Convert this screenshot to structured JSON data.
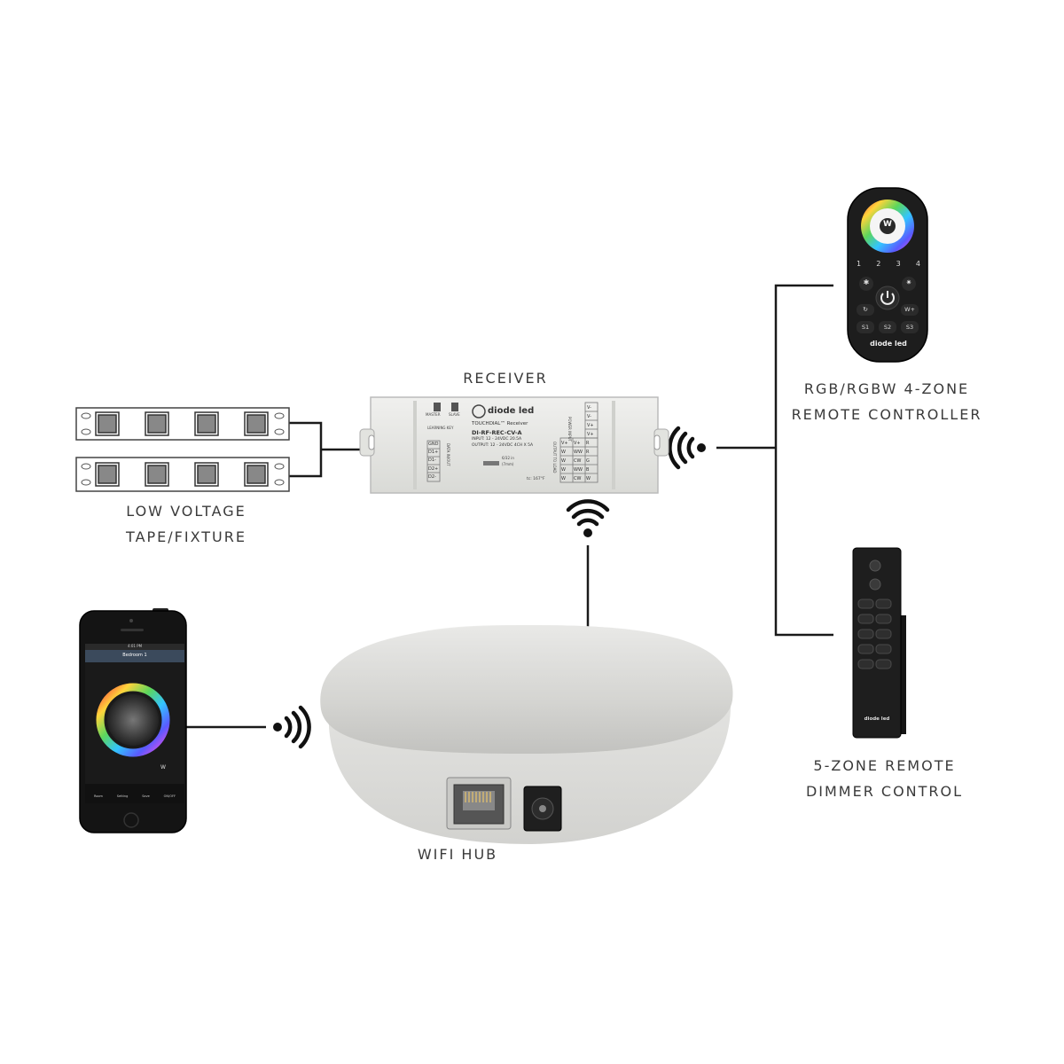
{
  "labels": {
    "receiver": "RECEIVER",
    "tape_line1": "LOW VOLTAGE",
    "tape_line2": "TAPE/FIXTURE",
    "remote4_line1": "RGB/RGBW 4-ZONE",
    "remote4_line2": "REMOTE CONTROLLER",
    "remote5_line1": "5-ZONE REMOTE",
    "remote5_line2": "DIMMER CONTROL",
    "hub": "WIFI HUB"
  },
  "receiver_device": {
    "brand": "diode led",
    "product": "TOUCHDIAL™ Receiver",
    "model": "DI-RF-REC-CV-A",
    "input": "INPUT: 12 - 24VDC  20.5A",
    "output": "OUTPUT: 12 - 24VDC  4CH X 5A",
    "master": "MASTER",
    "slave": "SLAVE",
    "learning_key": "LEARNING KEY",
    "power_input": "POWER INPUT",
    "output_to_load": "OUTPUT TO LOAD",
    "data_in_out": "DATA IN/OUT",
    "data_pins": [
      "GND",
      "D1+",
      "D1-",
      "D2+",
      "D2-"
    ],
    "power_pins": [
      "V-",
      "V-",
      "V+",
      "V+"
    ],
    "load_rows": [
      [
        "V+",
        "V+",
        "R"
      ],
      [
        "W",
        "WW",
        "R"
      ],
      [
        "W",
        "CW",
        "G"
      ],
      [
        "W",
        "WW",
        "B"
      ],
      [
        "W",
        "CW",
        "W"
      ]
    ],
    "wire_note1": "6/32 in",
    "wire_note2": "(7mm)",
    "temp": "tc: 167°F"
  },
  "remote4": {
    "center": "W",
    "zones": [
      "1",
      "2",
      "3",
      "4"
    ],
    "left_btn": "✱",
    "right_btn": "✷",
    "mode_btn": "↻",
    "w_btn": "W+",
    "scenes": [
      "S1",
      "S2",
      "S3"
    ],
    "brand": "diode led"
  },
  "remote5": {
    "brand": "diode led"
  },
  "phone": {
    "time": "4:01 PM",
    "title": "Bedroom 1",
    "tabs": [
      "Room",
      "Setting",
      "Save",
      "ON/OFF"
    ],
    "w_label": "W"
  },
  "colors": {
    "line": "#1a1a1a",
    "device_body": "#e6e7e4",
    "remote_body": "#1b1b1b"
  }
}
